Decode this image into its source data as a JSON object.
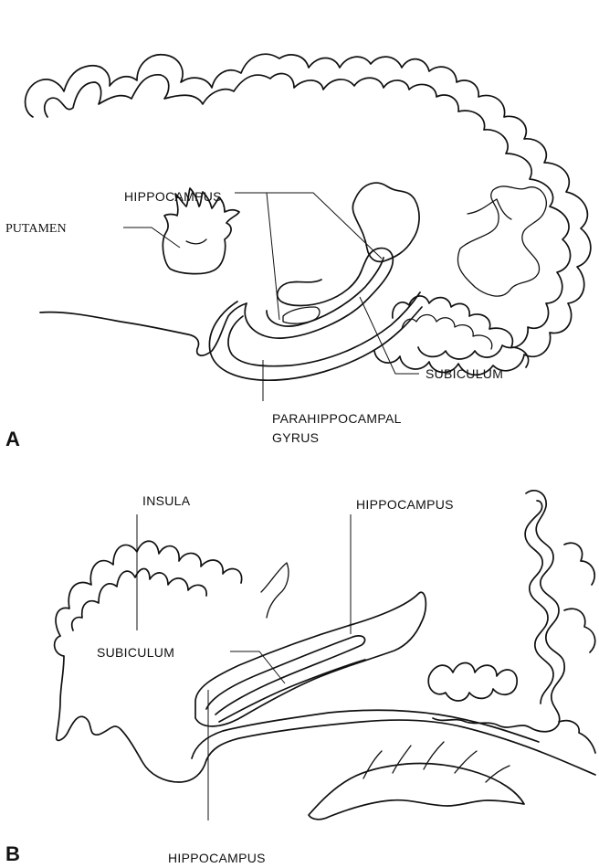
{
  "panel_a": {
    "letter": "A",
    "labels": {
      "hippocampus": "HIPPOCAMPUS",
      "putamen": "PUTAMEN",
      "subiculum": "SUBICULUM",
      "parahippocampal_line1": "PARAHIPPOCAMPAL",
      "parahippocampal_line2": "GYRUS"
    }
  },
  "panel_b": {
    "letter": "B",
    "labels": {
      "insula": "INSULA",
      "hippocampus_top": "HIPPOCAMPUS",
      "subiculum": "SUBICULUM",
      "hippocampus_bottom": "HIPPOCAMPUS"
    }
  }
}
